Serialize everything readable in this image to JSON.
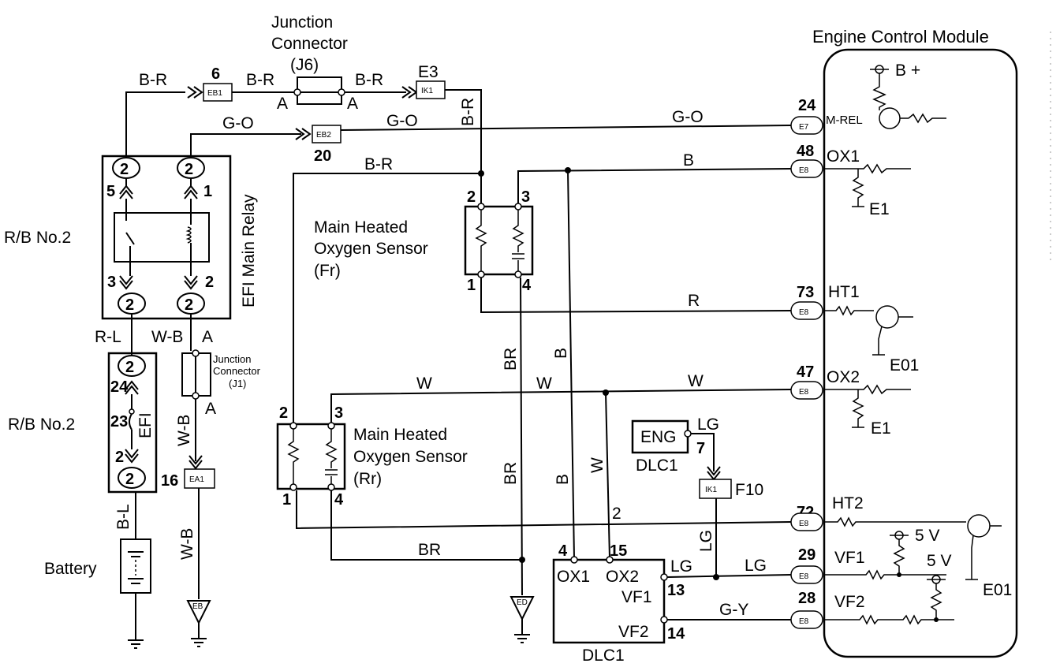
{
  "ecm": {
    "title": "Engine Control Module",
    "bplus": "B +",
    "m_rel": "M-REL",
    "ox1": "OX1",
    "ox2": "OX2",
    "ht1": "HT1",
    "ht2": "HT2",
    "vf1": "VF1",
    "vf2": "VF2",
    "e1a": "E1",
    "e1b": "E1",
    "e01a": "E01",
    "e01b": "E01",
    "fivev_a": "5 V",
    "fivev_b": "5 V",
    "pins": {
      "p24": "24",
      "p48": "48",
      "p73": "73",
      "p47": "47",
      "p72": "72",
      "p29": "29",
      "p28": "28"
    },
    "conns": {
      "e7": "E7",
      "e8": "E8"
    }
  },
  "junction_j6": {
    "title1": "Junction",
    "title2": "Connector",
    "title3": "(J6)",
    "a1": "A",
    "a2": "A"
  },
  "junction_j1": {
    "title1": "Junction",
    "title2": "Connector",
    "title3": "(J1)",
    "a1": "A",
    "a2": "A"
  },
  "connectors": {
    "eb1": "EB1",
    "eb1_num": "6",
    "eb2": "EB2",
    "eb2_num": "20",
    "ik1_top": "IK1",
    "e3": "E3",
    "ik1_mid": "IK1",
    "f10": "F10",
    "ea1": "EA1",
    "ea1_num": "16",
    "eb_ground": "EB",
    "ed_ground": "ED"
  },
  "relay": {
    "title": "EFI Main Relay",
    "rb": "R/B No.2",
    "c2": "2",
    "p5": "5",
    "p1": "1",
    "p3": "3",
    "p2": "2"
  },
  "fuse": {
    "rb": "R/B No.2",
    "c2": "2",
    "p24": "24",
    "p23": "23",
    "p2": "2",
    "efi": "EFI"
  },
  "battery": {
    "label": "Battery"
  },
  "sensor_fr": {
    "l1": "Main Heated",
    "l2": "Oxygen Sensor",
    "l3": "(Fr)",
    "p1": "1",
    "p2": "2",
    "p3": "3",
    "p4": "4"
  },
  "sensor_rr": {
    "l1": "Main Heated",
    "l2": "Oxygen Sensor",
    "l3": "(Rr)",
    "p1": "1",
    "p2": "2",
    "p3": "3",
    "p4": "4"
  },
  "dlc1": {
    "label": "DLC1",
    "box_label": "DLC1",
    "eng": "ENG",
    "pin7": "7",
    "pin4": "4",
    "pin15": "15",
    "pin13": "13",
    "pin14": "14",
    "pin2": "2",
    "ox1": "OX1",
    "ox2": "OX2",
    "lg": "LG",
    "vf1": "VF1",
    "vf2": "VF2"
  },
  "wires": {
    "br1": "B-R",
    "br2": "B-R",
    "br3": "B-R",
    "br4": "B-R",
    "br5": "B-R",
    "go1": "G-O",
    "go2": "G-O",
    "go3": "G-O",
    "b1": "B",
    "b2": "B",
    "b3": "B",
    "r1": "R",
    "w1": "W",
    "w2": "W",
    "w3": "W",
    "w4": "W",
    "brw1": "BR",
    "brw2": "BR",
    "brw3": "BR",
    "lg1": "LG",
    "lg2": "LG",
    "lg3": "LG",
    "gy": "G-Y",
    "rl": "R-L",
    "wb1": "W-B",
    "wb2": "W-B",
    "wb3": "W-B",
    "bl": "B-L"
  }
}
